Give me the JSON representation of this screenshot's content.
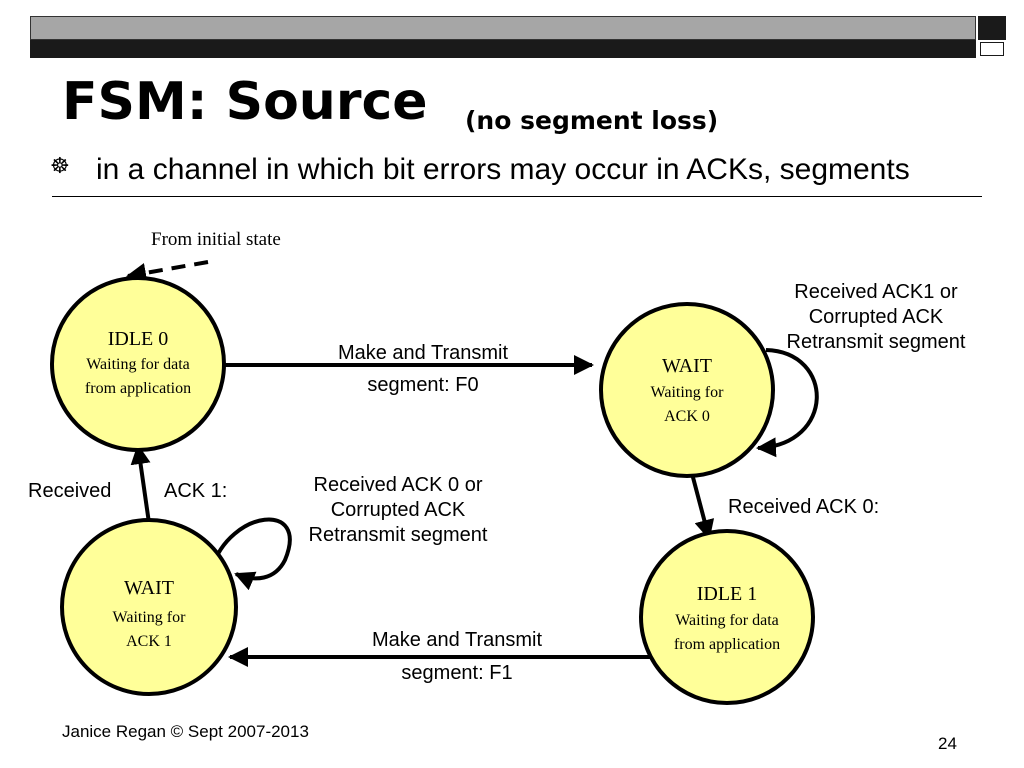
{
  "title": "FSM: Source",
  "subtitle": "(no segment loss)",
  "bullet": "in a channel in which bit errors may occur in ACKs, segments",
  "diagram": {
    "initial_label": "From initial state",
    "states": {
      "idle0": {
        "name": "IDLE 0",
        "line1": "Waiting for data",
        "line2": "from application"
      },
      "wait0": {
        "name": "WAIT",
        "line1": "Waiting for",
        "line2": "ACK 0"
      },
      "idle1": {
        "name": "IDLE 1",
        "line1": "Waiting for data",
        "line2": "from application"
      },
      "wait1": {
        "name": "WAIT",
        "line1": "Waiting for",
        "line2": "ACK 1"
      }
    },
    "transitions": {
      "idle0_to_wait0": {
        "line1": "Make and Transmit",
        "line2": "segment: F0"
      },
      "wait0_self": {
        "line1": "Received ACK1 or",
        "line2": "Corrupted ACK",
        "line3": "Retransmit segment"
      },
      "wait0_to_idle1": {
        "line1": "Received ACK 0:"
      },
      "idle1_to_wait1": {
        "line1": "Make and Transmit",
        "line2": "segment: F1"
      },
      "wait1_self": {
        "line1": "Received ACK 0 or",
        "line2": "Corrupted ACK",
        "line3": "Retransmit segment"
      },
      "wait1_to_idle0": {
        "part1": "Received",
        "part2": "ACK 1:"
      }
    }
  },
  "footer": {
    "author": "Janice Regan © Sept 2007-2013",
    "page": "24"
  },
  "colors": {
    "state_fill": "#ffff99",
    "bar_grey": "#a6a6a6",
    "bar_black": "#1a1a1a"
  }
}
